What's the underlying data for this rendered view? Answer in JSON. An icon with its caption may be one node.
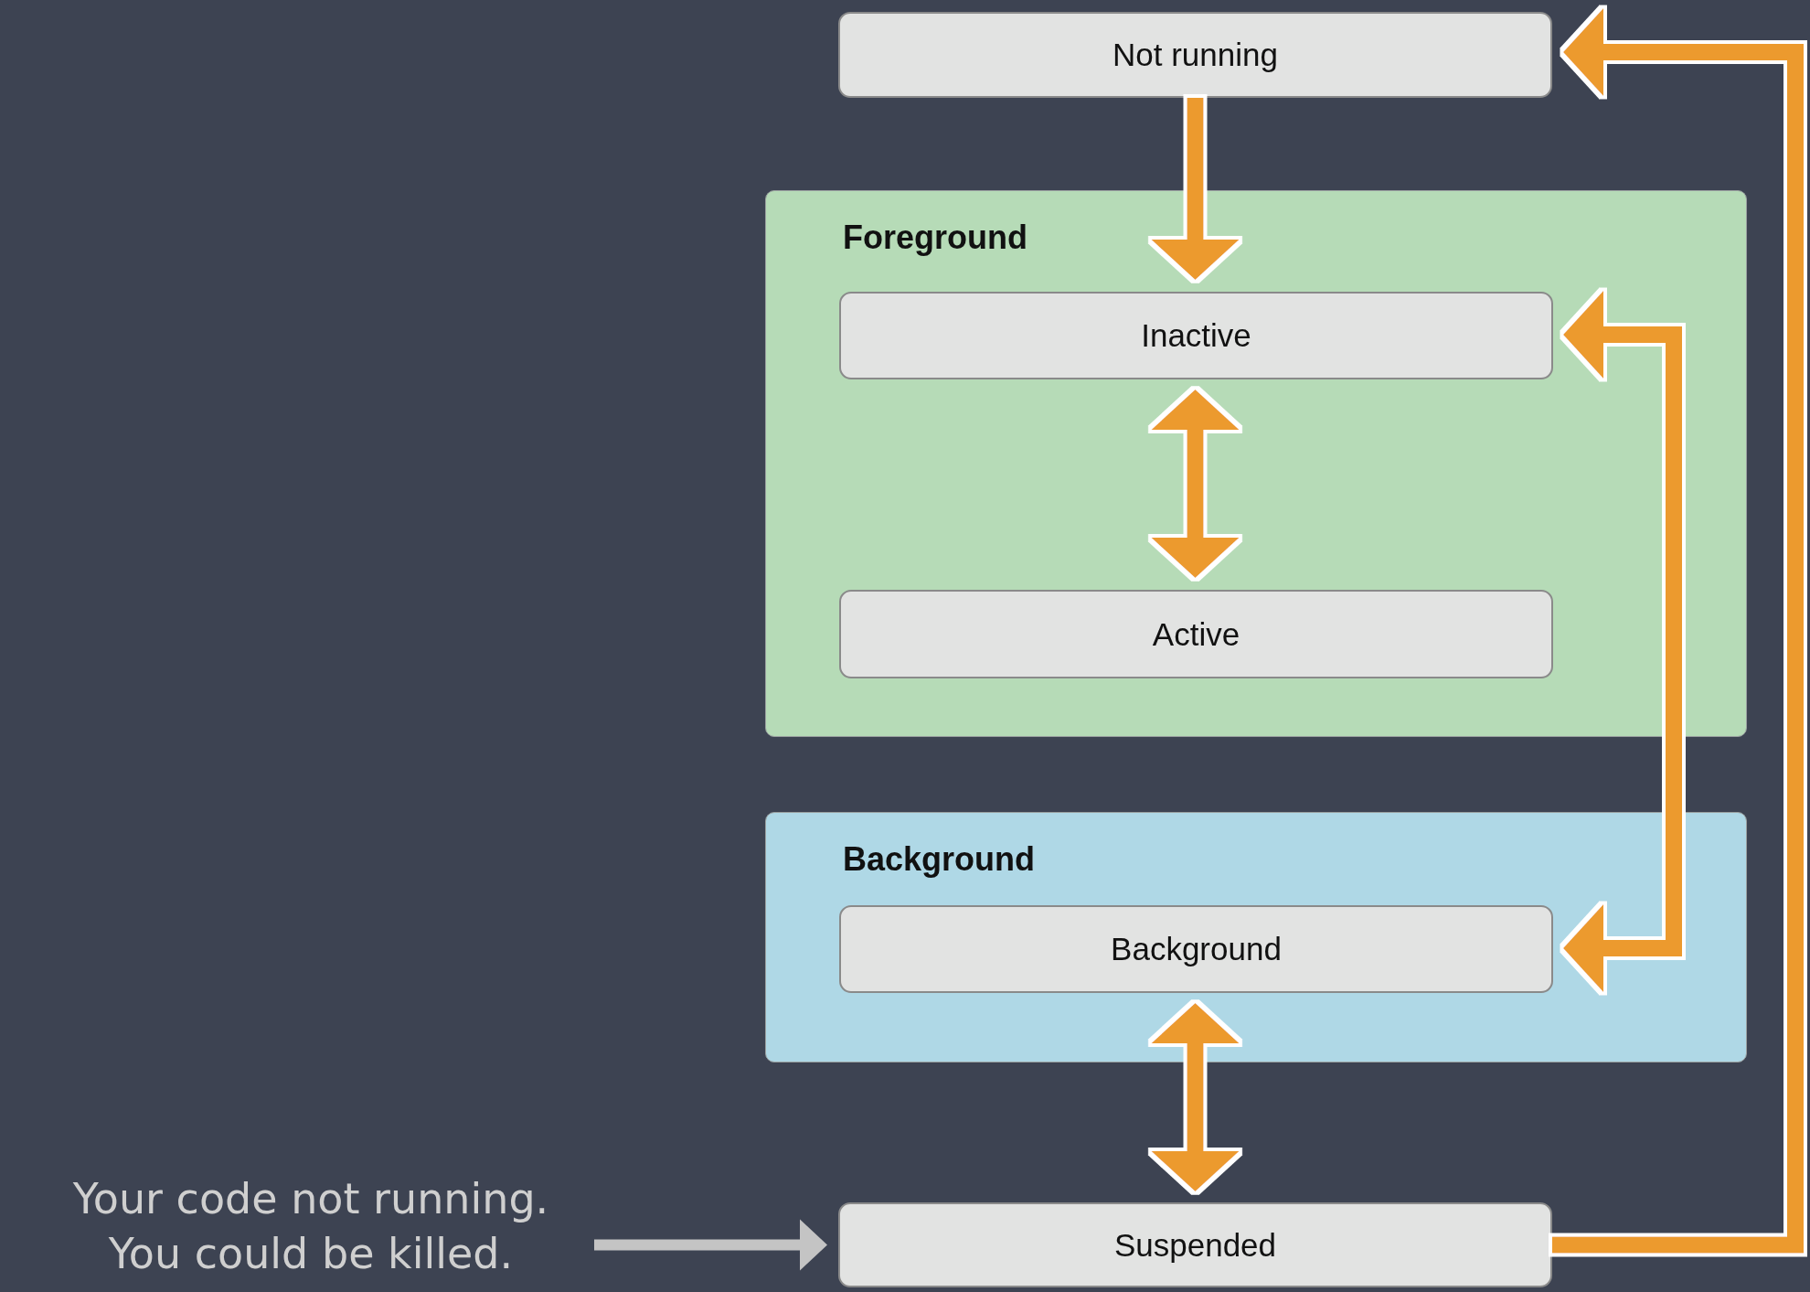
{
  "diagram": {
    "nodes": [
      {
        "text": [
          "Not running"
        ]
      },
      {
        "text": [
          "Foreground"
        ]
      },
      {
        "text": [
          "Inactive"
        ],
        "in": 1
      },
      {
        "text": [
          "Active"
        ],
        "in": 1
      },
      {
        "text": [
          "Background"
        ]
      },
      {
        "text": [
          "Background"
        ],
        "in": 4
      },
      {
        "text": [
          "Suspended"
        ]
      },
      {
        "text": [
          "Your code not running. You could be killed."
        ]
      }
    ],
    "edges": [
      {
        "from": 0,
        "to": 2,
        "arrow": "to"
      },
      {
        "from": 2,
        "to": 3,
        "arrow": "both"
      },
      {
        "from": 5,
        "to": 6,
        "arrow": "both"
      },
      {
        "from": 2,
        "to": 5,
        "arrow": "both"
      },
      {
        "from": 6,
        "to": 0,
        "arrow": "to"
      },
      {
        "from": 7,
        "to": 6,
        "arrow": "to",
        "color": "#c4c4c4"
      }
    ]
  }
}
